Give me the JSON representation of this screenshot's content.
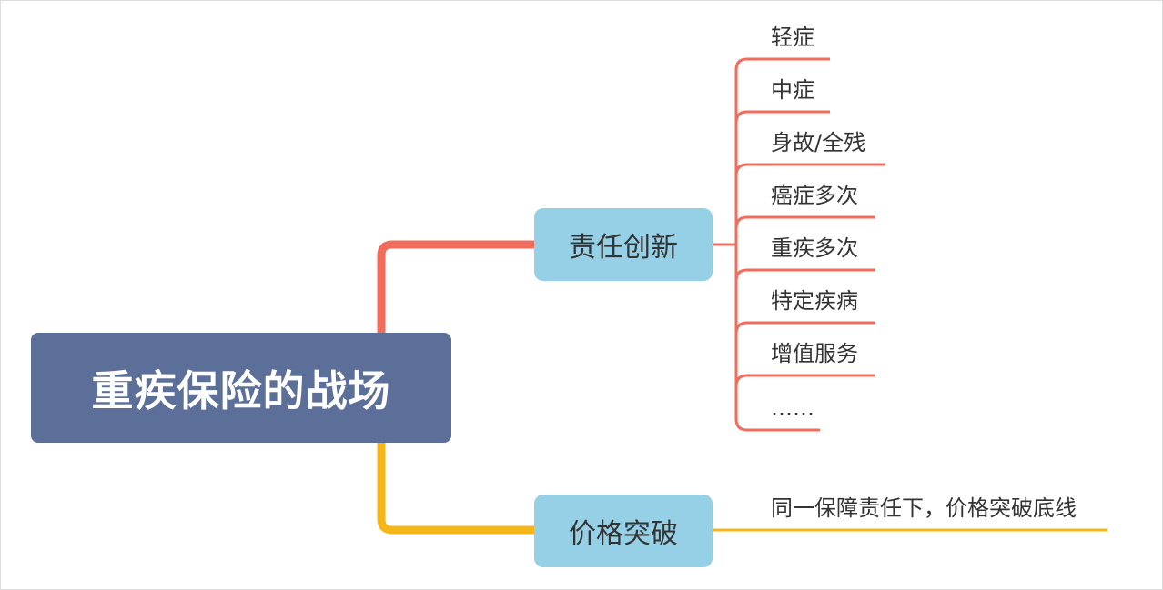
{
  "colors": {
    "root_fill": "#5b6f98",
    "branch_fill": "#95d0e6",
    "branch1_line": "#f26c5b",
    "branch2_line": "#f5b619"
  },
  "root": {
    "label": "重疾保险的战场"
  },
  "branches": [
    {
      "label": "责任创新",
      "children": [
        "轻症",
        "中症",
        "身故/全残",
        "癌症多次",
        "重疾多次",
        "特定疾病",
        "增值服务",
        "……"
      ]
    },
    {
      "label": "价格突破",
      "children": [
        "同一保障责任下，价格突破底线"
      ]
    }
  ]
}
